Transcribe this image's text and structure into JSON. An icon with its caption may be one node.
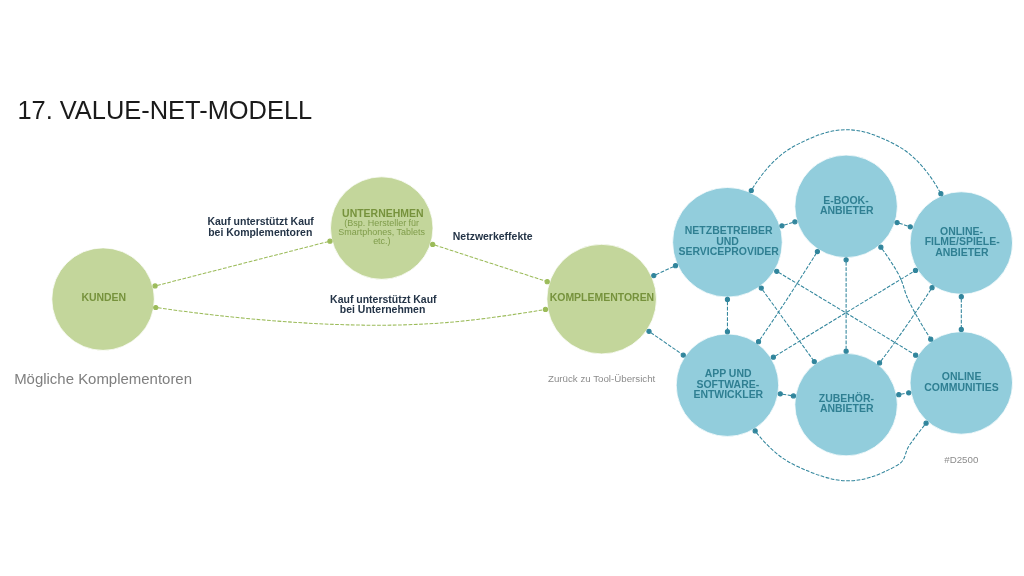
{
  "diagram": {
    "title": "17. VALUE-NET-MODELL",
    "nodes": [
      {
        "text": [
          "UNTERNEHMEN",
          "(Bsp. Hersteller für Smartphones, Tablets etc.)"
        ]
      },
      {
        "text": [
          "KUNDEN"
        ]
      },
      {
        "text": [
          "KOMPLEMENTOREN"
        ]
      },
      {
        "text": [
          "E-BOOK- ANBIETER"
        ]
      },
      {
        "text": [
          "NETZBETREIBER UND SERVICEPROVIDER"
        ]
      },
      {
        "text": [
          "ONLINE- FILME/SPIELE- ANBIETER"
        ]
      },
      {
        "text": [
          "APP UND SOFTWARE- ENTWICKLER"
        ]
      },
      {
        "text": [
          "ONLINE COMMUNITIES"
        ]
      },
      {
        "text": [
          "ZUBEHÖR- ANBIETER"
        ]
      }
    ],
    "edges": [
      {
        "from": 1,
        "to": 0,
        "arrow": "other",
        "label": "Kauf unterstützt Kauf bei Komplementoren",
        "style": "dashed",
        "color": "#9bbb59"
      },
      {
        "from": 0,
        "to": 2,
        "arrow": "other",
        "label": "Netzwerkeffekte",
        "style": "dashed",
        "color": "#9bbb59"
      },
      {
        "from": 1,
        "to": 2,
        "arrow": "other",
        "label": "Kauf unterstützt Kauf bei Unternehmen",
        "style": "dashed",
        "color": "#9bbb59"
      },
      {
        "from": 2,
        "to": 4,
        "arrow": "other",
        "style": "dashed"
      },
      {
        "from": 2,
        "to": 6,
        "arrow": "other",
        "style": "dashed"
      },
      {
        "from": 4,
        "to": 3,
        "arrow": "other",
        "style": "dashed"
      },
      {
        "from": 3,
        "to": 5,
        "arrow": "other",
        "style": "dashed"
      },
      {
        "from": 5,
        "to": 7,
        "arrow": "other",
        "style": "dashed"
      },
      {
        "from": 8,
        "to": 7,
        "arrow": "other",
        "style": "dashed"
      },
      {
        "from": 6,
        "to": 8,
        "arrow": "other",
        "style": "dashed"
      },
      {
        "from": 4,
        "to": 6,
        "arrow": "other",
        "style": "dashed"
      },
      {
        "from": 4,
        "to": 5,
        "arrow": "other",
        "style": "dashed"
      },
      {
        "from": 6,
        "to": 7,
        "arrow": "other",
        "style": "dashed"
      },
      {
        "from": 3,
        "to": 8,
        "arrow": "other",
        "style": "dashed"
      },
      {
        "from": 4,
        "to": 8,
        "arrow": "other",
        "style": "dashed"
      },
      {
        "from": 6,
        "to": 3,
        "arrow": "other",
        "style": "dashed"
      },
      {
        "from": 4,
        "to": 7,
        "arrow": "other",
        "style": "dashed"
      },
      {
        "from": 6,
        "to": 5,
        "arrow": "other",
        "style": "dashed"
      },
      {
        "from": 3,
        "to": 7,
        "arrow": "other",
        "style": "dashed"
      },
      {
        "from": 8,
        "to": 5,
        "arrow": "other",
        "style": "dashed"
      }
    ],
    "labels": [
      "Mögliche Komplementoren",
      "#D2500",
      "Zurück zu Tool-Übersicht"
    ]
  }
}
